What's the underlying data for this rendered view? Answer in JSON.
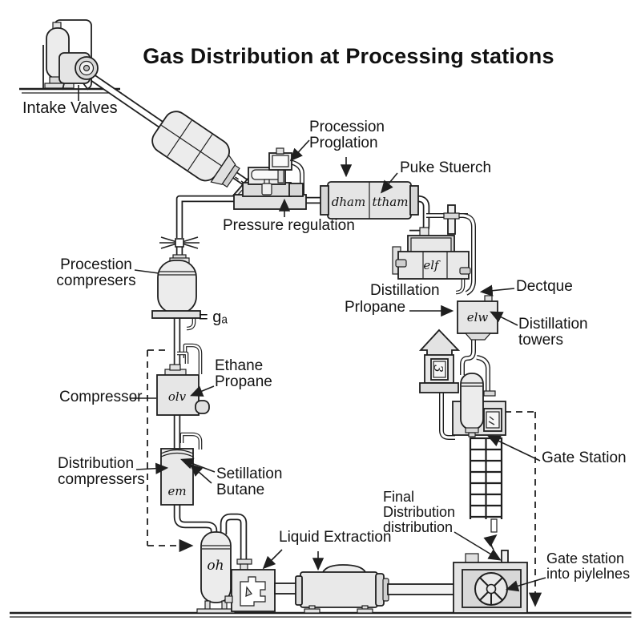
{
  "title": "Gas Distribution at Processing stations",
  "labels": {
    "intake_valves": "Intake Valves",
    "procession_line1": "Procession",
    "procession_line2": "Proglation",
    "pressure_regulation": "Pressure regulation",
    "puke_stuerch": "Puke Stuerch",
    "procestion_line1": "Procestion",
    "procestion_line2": "compresers",
    "gas_note": "= gₐ",
    "ethane_line1": "Ethane",
    "ethane_line2": "Propane",
    "compressor": "Compressor",
    "distribution_line1": "Distribution",
    "distribution_line2": "compressers",
    "setillation_line1": "Setillation",
    "setillation_line2": "Butane",
    "distillation_line1": "Distillation",
    "distillation_line2": "Prlopane",
    "dectque": "Dectque",
    "towers_line1": "Distillation",
    "towers_line2": "towers",
    "gate_station": "Gate Station",
    "final_line1": "Final",
    "final_line2": "Distribution",
    "final_line3": "distribution",
    "liquid_extraction": "Liquid Extraction",
    "gate_into_line1": "Gate station",
    "gate_into_line2": "into piylelnes"
  },
  "equipment_text": {
    "drum_left": "dham",
    "drum_right": "ttham",
    "distillation_unit": "elf",
    "tower_box": "elw",
    "compressor_box": "olv",
    "distribution_cylinder": "em",
    "bottom_vessel": "oh",
    "tower_house": "3"
  },
  "colors": {
    "line": "#1f1f1f",
    "fill_light": "#ececec",
    "fill_mid": "#dedede",
    "fill_dark": "#cfcfcf",
    "background": "#ffffff",
    "text": "#131313"
  }
}
